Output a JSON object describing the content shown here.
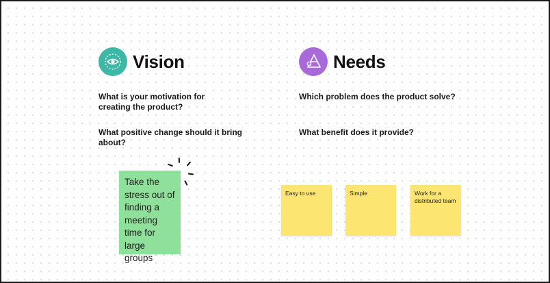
{
  "vision": {
    "title": "Vision",
    "icon": "eye-icon",
    "icon_color": "#3eb8a6",
    "questions": [
      "What is your motivation for creating the product?",
      "What positive change should it bring about?"
    ],
    "sticky": {
      "text": "Take the stress out of finding a meeting time for large groups",
      "color": "#8fe09a"
    }
  },
  "needs": {
    "title": "Needs",
    "icon": "pyramid-icon",
    "icon_color": "#a96ad9",
    "questions": [
      "Which problem does the product solve?",
      "What benefit does it provide?"
    ],
    "stickies": [
      {
        "text": "Easy to use",
        "color": "#fce571"
      },
      {
        "text": "Simple",
        "color": "#fce571"
      },
      {
        "text": "Work for a distributed team",
        "color": "#fce571"
      }
    ]
  }
}
